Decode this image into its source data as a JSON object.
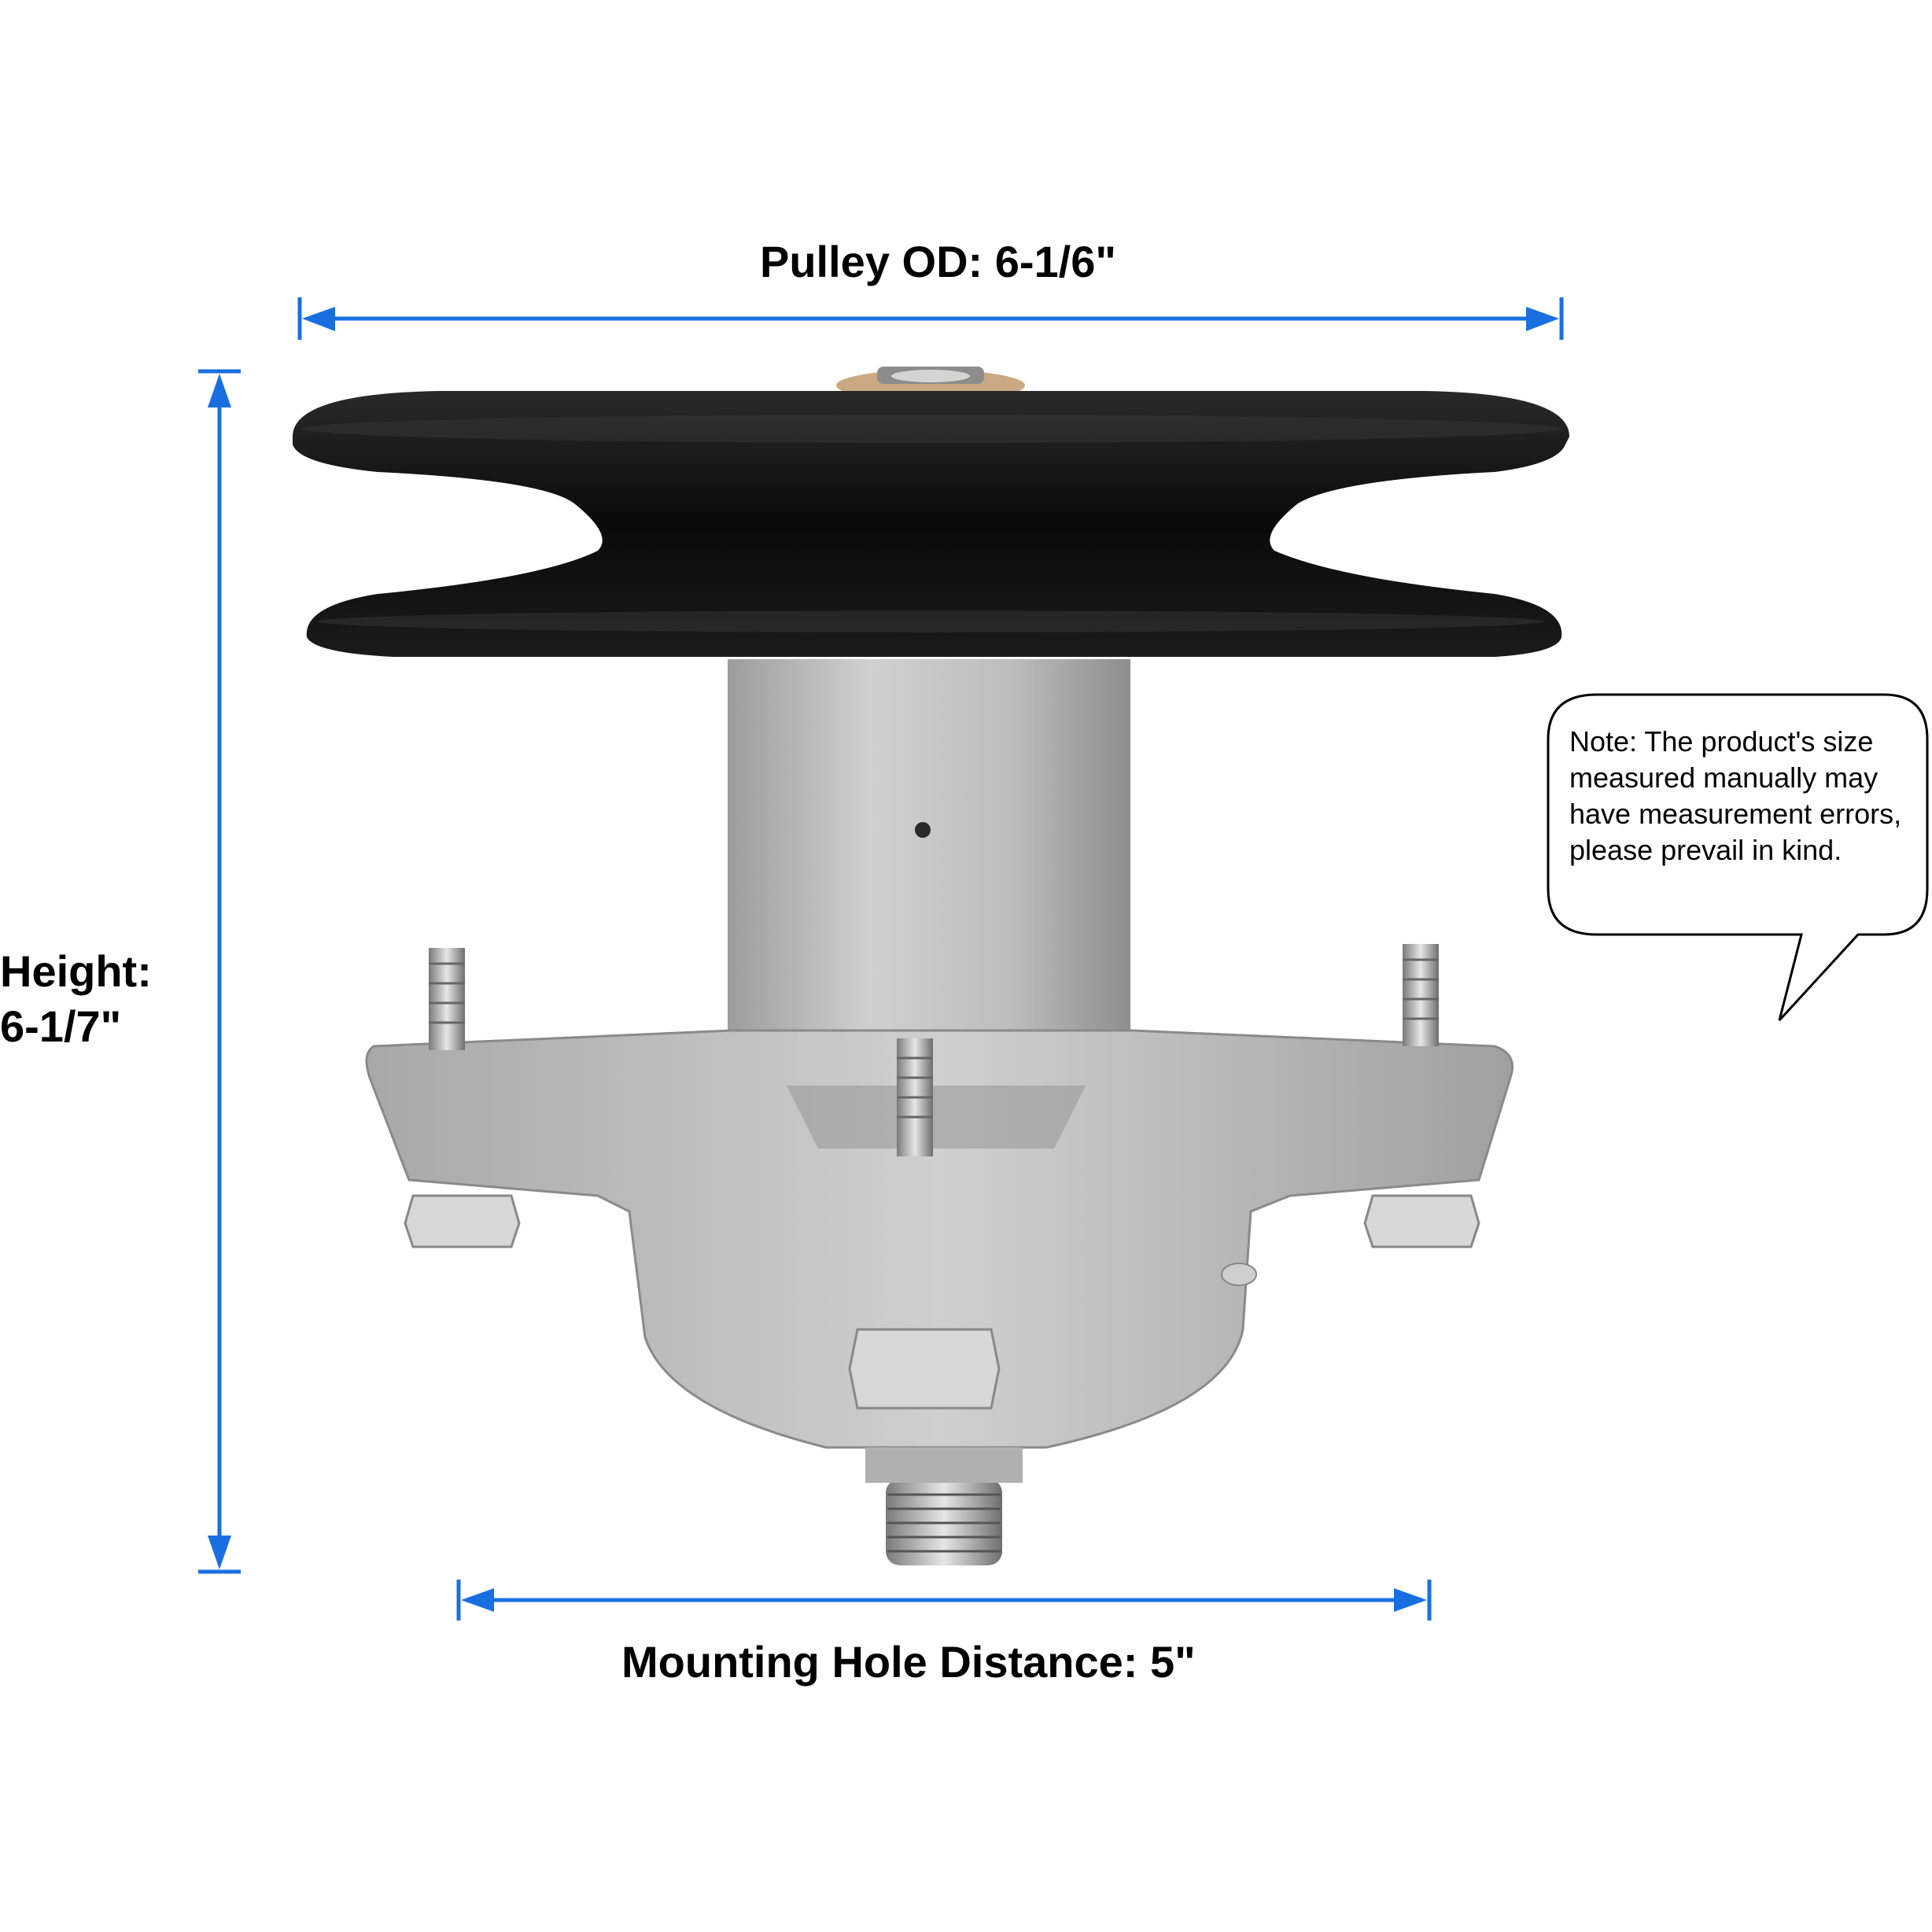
{
  "diagram": {
    "subject": "Lawn mower deck spindle assembly with pulley",
    "dimensions": {
      "pulley_od": "Pulley OD: 6-1/6\"",
      "height_label": "Height:",
      "height_value": "6-1/7\"",
      "mounting_hole_distance": "Mounting Hole Distance: 5\""
    },
    "note": {
      "text": "Note: The product's size measured manually may have measurement errors, please prevail in kind."
    },
    "colors": {
      "dimension_line": "#1a6fe0",
      "pulley": "#0d0d0d",
      "housing": "#b9b9b9",
      "background": "#ffffff"
    }
  }
}
